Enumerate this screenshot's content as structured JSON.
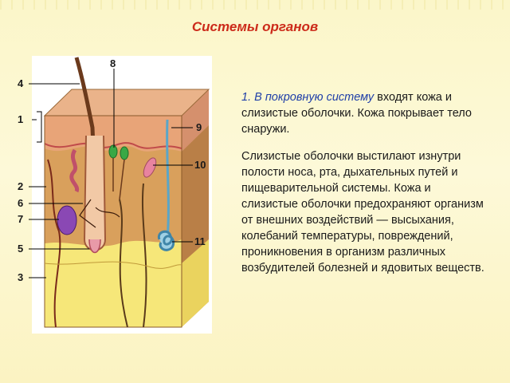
{
  "title": "Системы органов",
  "labels": {
    "n1": "1",
    "n2": "2",
    "n3": "3",
    "n4": "4",
    "n5": "5",
    "n6": "6",
    "n7": "7",
    "n8": "8",
    "n9": "9",
    "n10": "10",
    "n11": "11"
  },
  "paragraph1": {
    "lead": "1. В покровную систему",
    "rest": " входят кожа и слизистые оболочки. Кожа покрывает тело снаружи."
  },
  "paragraph2": "Слизистые оболочки выстилают изнутри полости носа, рта, дыхательных путей и пищеварительной системы. Кожа и слизистые оболочки предохраняют организм от внешних воздействий — высыхания, колебаний температуры, повреждений, проникновения в организм различных возбудителей болезней и ядовитых веществ.",
  "colors": {
    "title": "#cc2a1a",
    "lead": "#1f3fa8",
    "epidermis": "#e8a478",
    "dermis": "#d9a05c",
    "fat": "#f6e779",
    "gland_green": "#3aa845",
    "gland_purple": "#8a48b4",
    "gland_pink": "#e8839f",
    "sweat_duct": "#5aa6c8"
  }
}
